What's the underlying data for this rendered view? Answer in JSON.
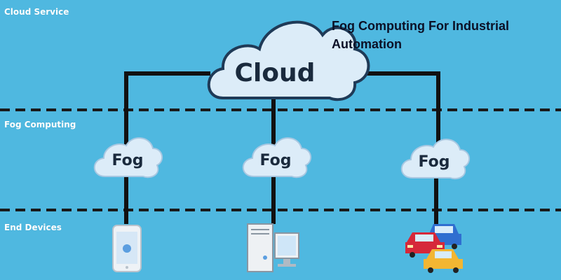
{
  "layers": {
    "cloud_service": "Cloud Service",
    "fog_computing": "Fog Computing",
    "end_devices": "End Devices"
  },
  "title": "Fog Computing For Industrial Automation",
  "nodes": {
    "cloud": "Cloud",
    "fog_left": "Fog",
    "fog_middle": "Fog",
    "fog_right": "Fog"
  },
  "devices": {
    "left": "phone-icon",
    "middle": "desktop-computer-icon",
    "right": "cars-icon"
  },
  "colors": {
    "background": "#4fb8e0",
    "cloud_fill": "#dcecf8",
    "cloud_stroke": "#1f3a57",
    "lines": "#111111"
  }
}
